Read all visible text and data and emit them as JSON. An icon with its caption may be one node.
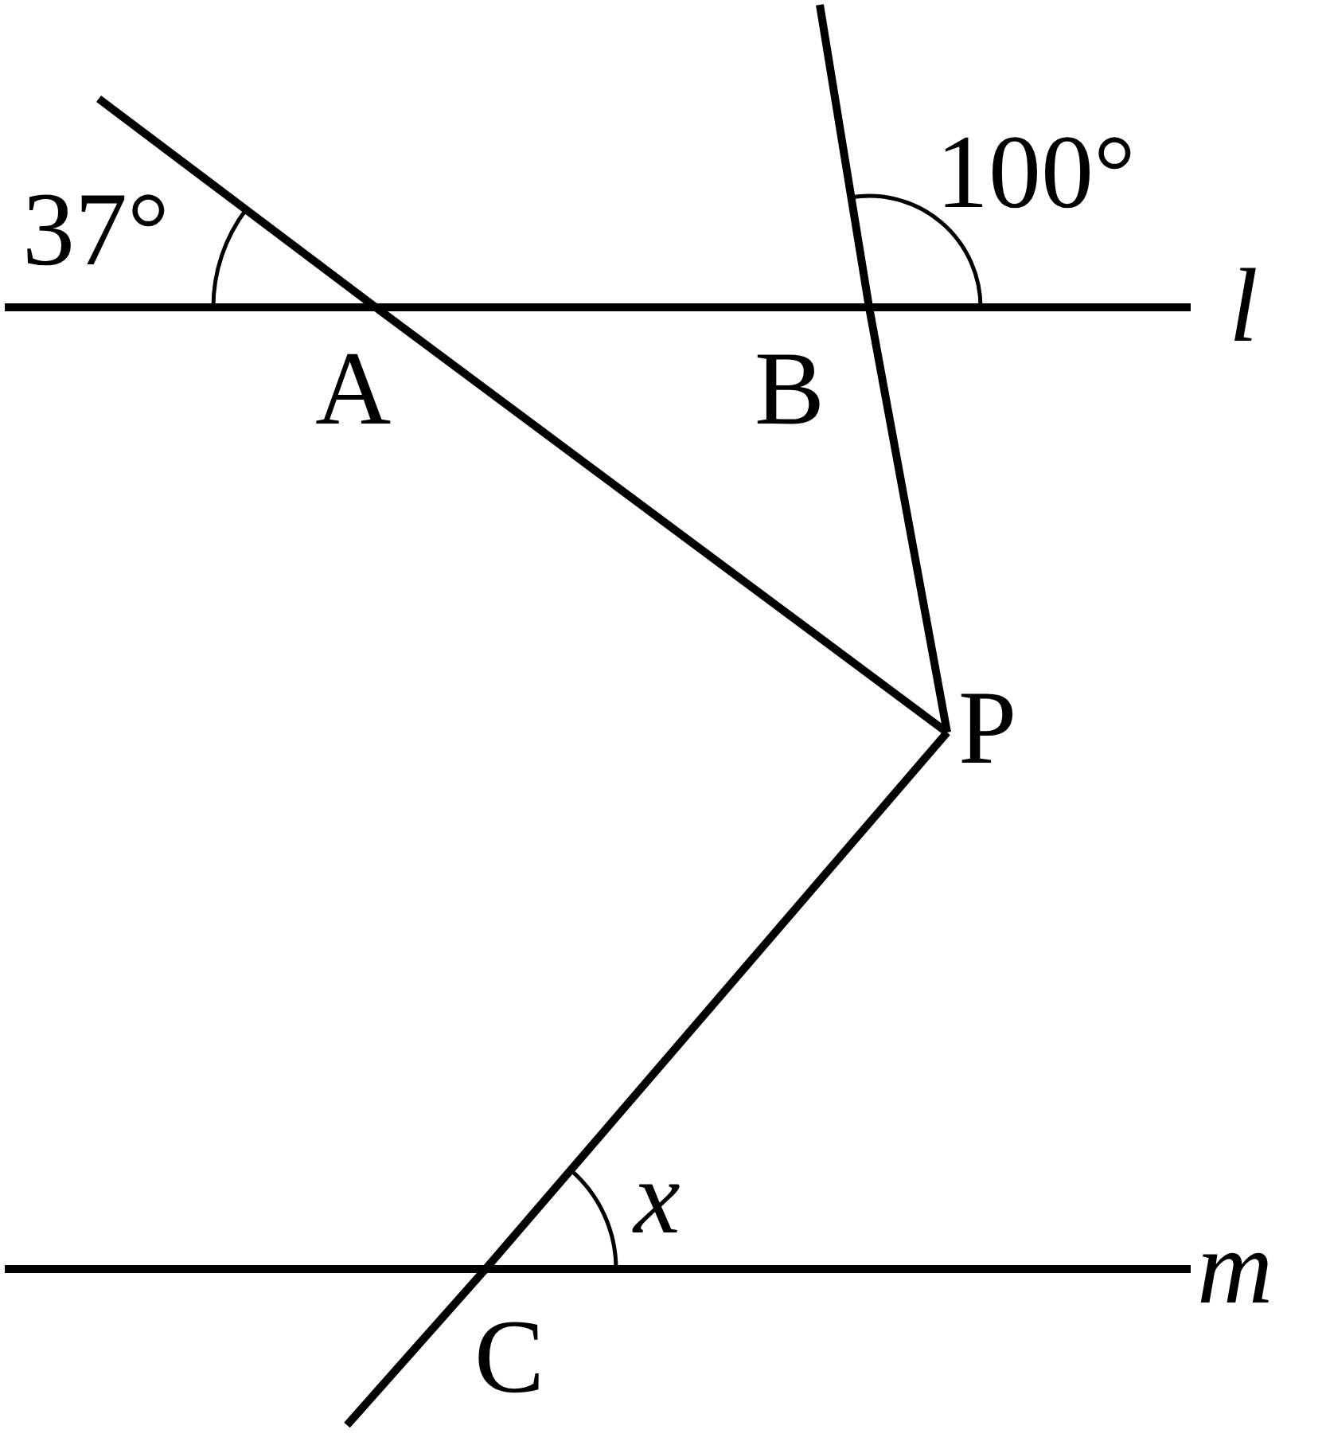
{
  "diagram": {
    "nodes": [
      {
        "text": [
          "A"
        ]
      },
      {
        "text": [
          "B"
        ]
      },
      {
        "text": [
          "P"
        ]
      },
      {
        "text": [
          "C"
        ]
      }
    ],
    "edges": [
      {
        "from": 0,
        "to": 2,
        "arrow": "none"
      },
      {
        "from": 1,
        "to": 2,
        "arrow": "none"
      },
      {
        "from": 2,
        "to": 3,
        "arrow": "none"
      }
    ],
    "labels": [
      "37°",
      "100°",
      "l",
      "m",
      "x"
    ]
  }
}
